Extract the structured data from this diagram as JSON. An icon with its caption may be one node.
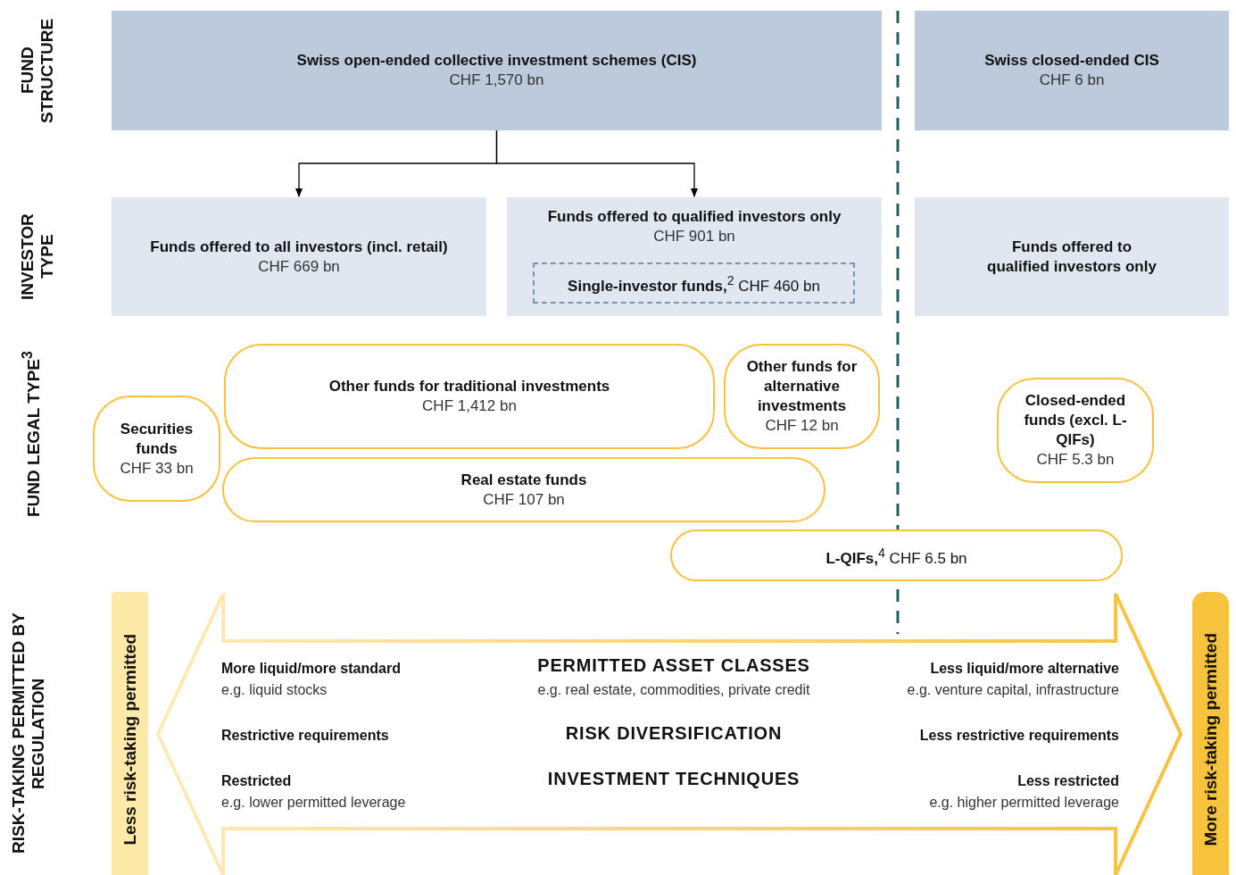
{
  "diagram": {
    "nodes": [
      {
        "text": [
          "Swiss open-ended collective investment schemes (CIS)",
          "CHF 1,570 bn"
        ]
      },
      {
        "text": [
          "Swiss closed-ended CIS",
          "CHF 6 bn"
        ]
      },
      {
        "text": [
          "Funds offered to all investors (incl. retail)",
          "CHF 669 bn"
        ]
      },
      {
        "text": [
          "Funds offered to qualified investors only",
          "CHF 901 bn"
        ]
      },
      {
        "text": [
          "**Single-investor funds,**$^{2}$ CHF 460 bn"
        ],
        "in": 3
      },
      {
        "text": [
          "Funds offered to qualified investors only"
        ]
      },
      {
        "text": [
          "Securities funds",
          "CHF 33 bn"
        ]
      },
      {
        "text": [
          "Other funds for traditional investments",
          "CHF 1,412 bn"
        ]
      },
      {
        "text": [
          "Other funds for alternative investments",
          "CHF 12 bn"
        ]
      },
      {
        "text": [
          "Real estate funds",
          "CHF 107 bn"
        ]
      },
      {
        "text": [
          "Closed-ended funds (excl. L-QIFs)",
          "CHF 5.3 bn"
        ]
      },
      {
        "text": [
          "**L-QIFs,**$^{4}$ CHF 6.5 bn"
        ]
      },
      {
        "text": [
          "Less risk-taking permitted"
        ]
      },
      {
        "text": [
          "More liquid/more standard",
          "PERMITTED ASSET CLASSES",
          "Less liquid/more alternative",
          "e.g. liquid stocks",
          "e.g. real estate, commodities, private credit",
          "e.g. venture capital, infrastructure",
          "Restrictive requirements",
          "RISK DIVERSIFICATION",
          "Less restrictive requirements",
          "Restricted",
          "INVESTMENT TECHNIQUES",
          "Less restricted",
          "e.g. lower permitted leverage",
          "e.g. higher permitted leverage"
        ]
      },
      {
        "text": [
          "More risk-taking permitted"
        ]
      }
    ],
    "edges": [
      {
        "from": 0,
        "to": 2,
        "arrow": "to"
      },
      {
        "from": 0,
        "to": 3,
        "arrow": "to"
      }
    ],
    "labels": [
      "FUND STRUCTURE",
      "INVESTOR TYPE",
      "FUND LEGAL TYPE$^{3}$",
      "RISK-TAKING PERMITTED BY REGULATION"
    ]
  }
}
